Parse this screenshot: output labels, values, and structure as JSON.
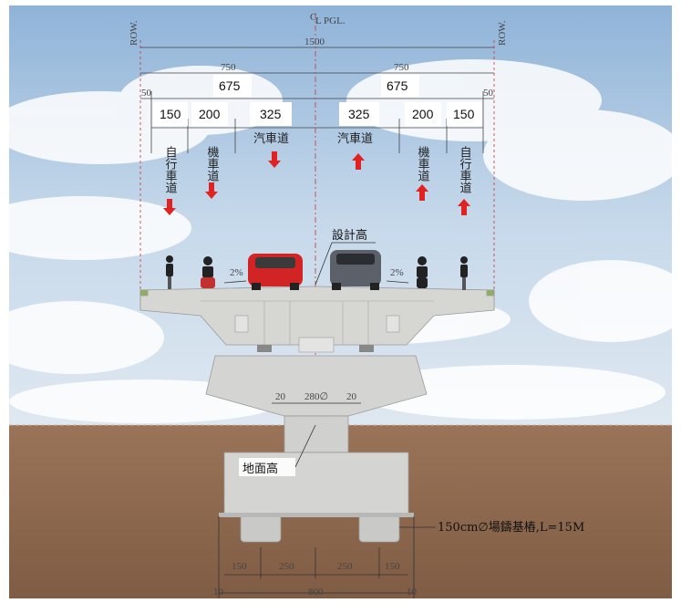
{
  "centerline": {
    "symbol": "C",
    "label": "L PGL."
  },
  "row_left": "ROW.",
  "row_right": "ROW.",
  "dims": {
    "total": "1500",
    "half_left": "750",
    "half_right": "750",
    "edge_left": "50",
    "edge_right": "50",
    "carriage_left": "675",
    "carriage_right": "675",
    "lanes": [
      "150",
      "200",
      "325",
      "325",
      "200",
      "150"
    ]
  },
  "lane_labels": {
    "bike": "自行車道",
    "moto": "機車道",
    "car": "汽車道"
  },
  "slope_left": "2%",
  "slope_right": "2%",
  "design_height": "設計高",
  "ground_label": "地面高",
  "column": {
    "dia": "280∅",
    "left": "20",
    "right": "20"
  },
  "pile_note": "150cm∅場鑄基樁,L=15M",
  "bottom_dims": {
    "parts": [
      "150",
      "250",
      "250",
      "150"
    ],
    "total": "800",
    "edge_left": "10",
    "edge_right": "10"
  },
  "colors": {
    "arrow": "#e02222",
    "concrete": "#d4d4d2",
    "soil": "#8f6a4e",
    "sky": "#bcd3e8"
  }
}
